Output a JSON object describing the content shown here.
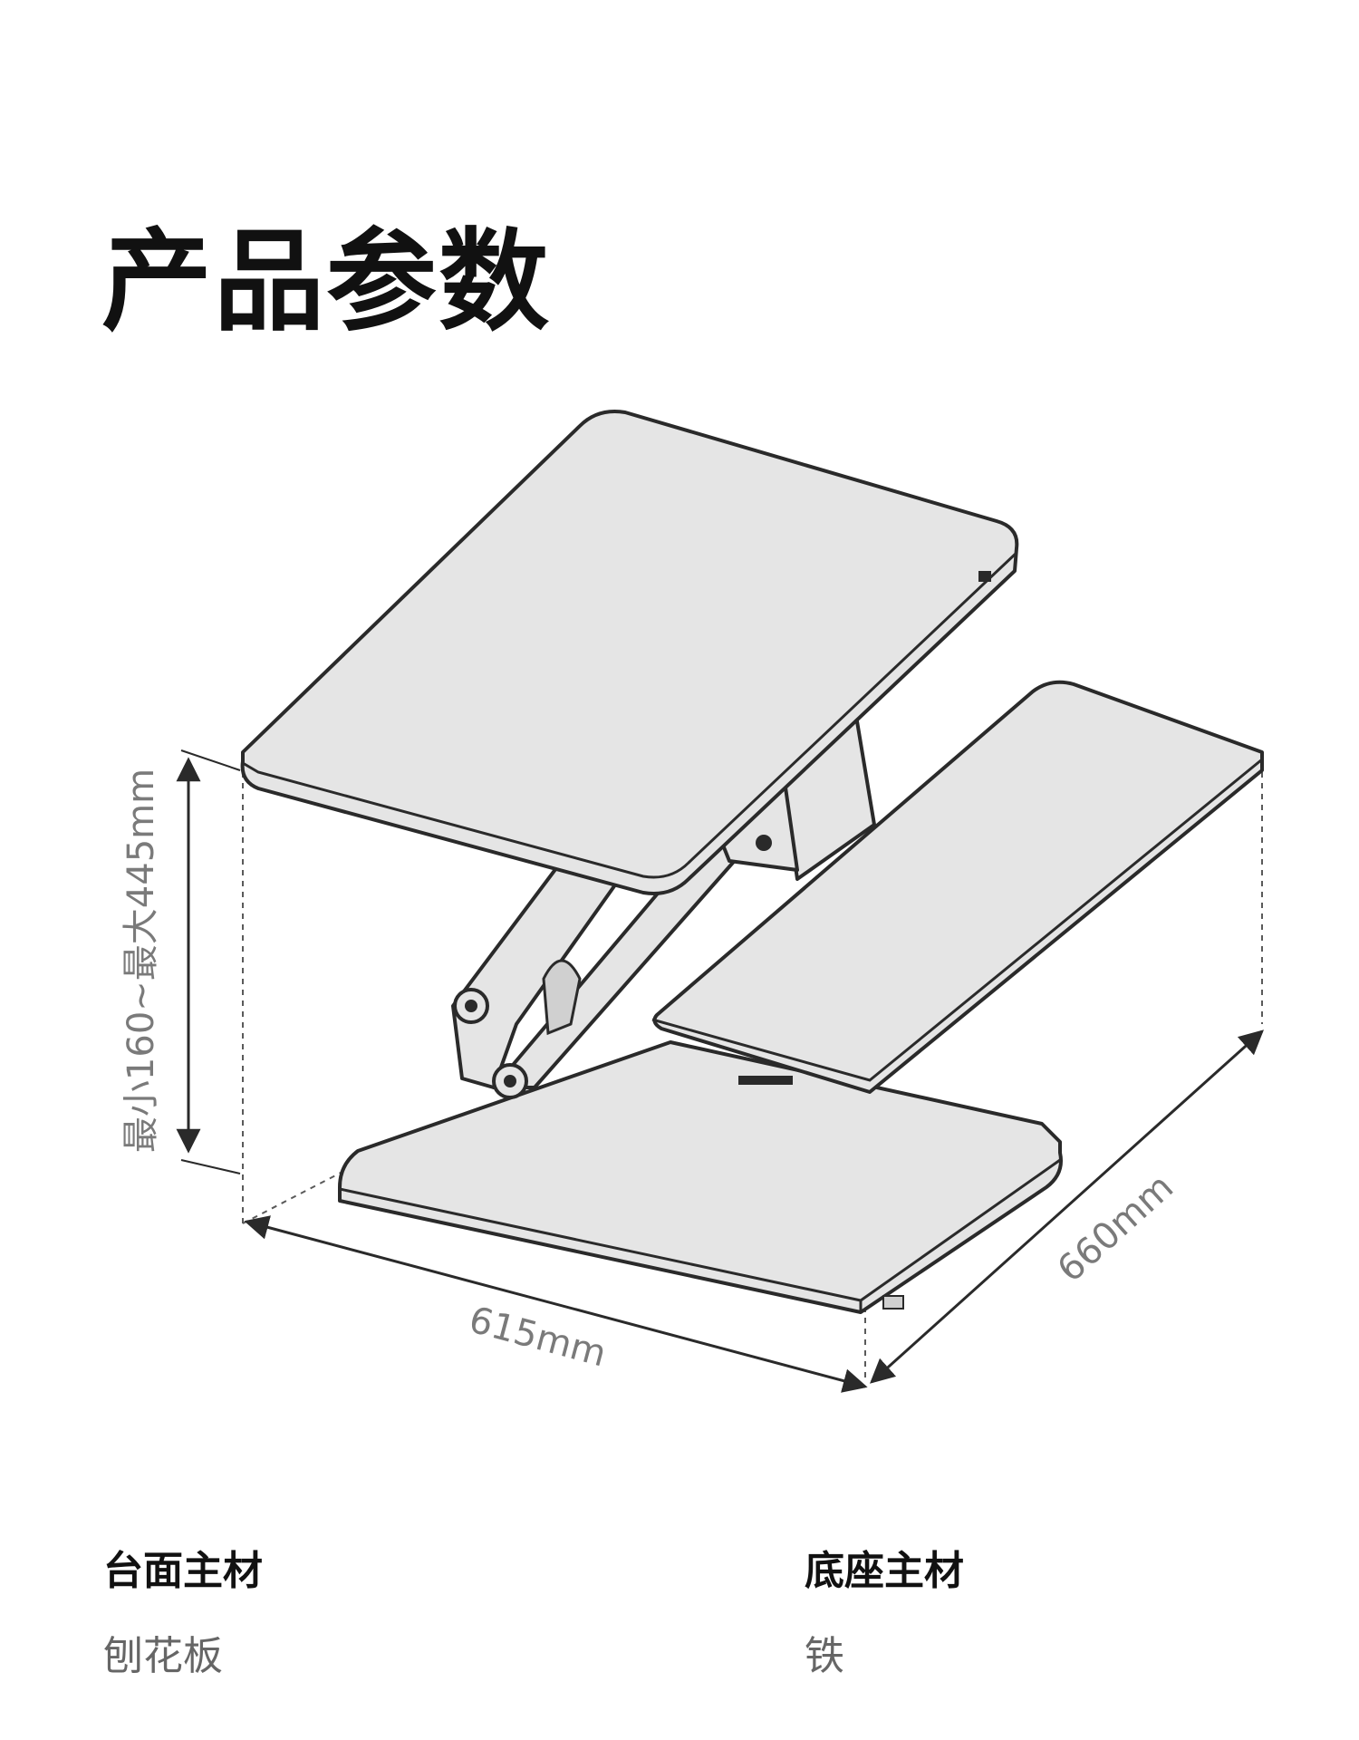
{
  "title": "产品参数",
  "dimensions": {
    "height": "最小160~最大445mm",
    "width": "615mm",
    "depth": "660mm"
  },
  "specs": [
    {
      "label": "台面主材",
      "value": "刨花板"
    },
    {
      "label": "底座主材",
      "value": "铁"
    }
  ],
  "colors": {
    "outline": "#2a2a2a",
    "panel_fill": "#e5e5e5",
    "dimension_gray": "#7a7a7a"
  }
}
